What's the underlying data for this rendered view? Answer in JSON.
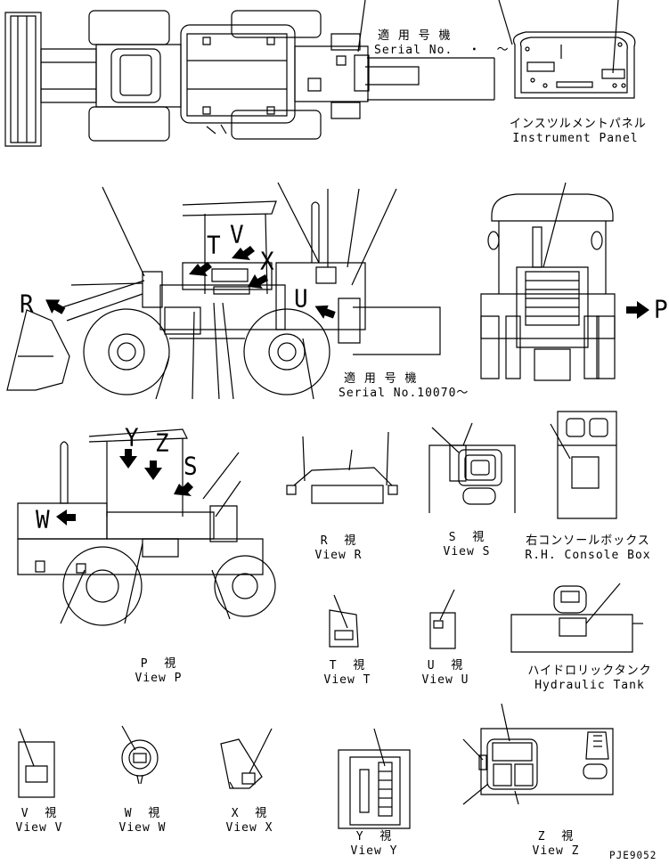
{
  "labels": {
    "serial_top_jp": "適 用 号 機",
    "serial_top_en": "Serial No.  ・  ～",
    "instrument_panel_jp": "インスツルメントパネル",
    "instrument_panel_en": "Instrument Panel",
    "serial_mid_jp": "適 用 号 機",
    "serial_mid_en": "Serial No.10070～",
    "r_view_jp": "R  視",
    "r_view_en": "View R",
    "s_view_jp": "S  視",
    "s_view_en": "View S",
    "console_jp": "右コンソールボックス",
    "console_en": "R.H. Console Box",
    "p_view_jp": "P  視",
    "p_view_en": "View P",
    "t_view_jp": "T  視",
    "t_view_en": "View T",
    "u_view_jp": "U  視",
    "u_view_en": "View U",
    "hyd_jp": "ハイドロリックタンク",
    "hyd_en": "Hydraulic Tank",
    "v_view_jp": "V  視",
    "v_view_en": "View V",
    "w_view_jp": "W  視",
    "w_view_en": "View W",
    "x_view_jp": "X  視",
    "x_view_en": "View X",
    "y_view_jp": "Y  視",
    "y_view_en": "View Y",
    "z_view_jp": "Z  視",
    "z_view_en": "View Z",
    "drawing_no": "PJE9052"
  },
  "callouts": {
    "R": "R",
    "P": "P",
    "T": "T",
    "V": "V",
    "X": "X",
    "U": "U",
    "Y": "Y",
    "Z": "Z",
    "S": "S",
    "W": "W"
  }
}
